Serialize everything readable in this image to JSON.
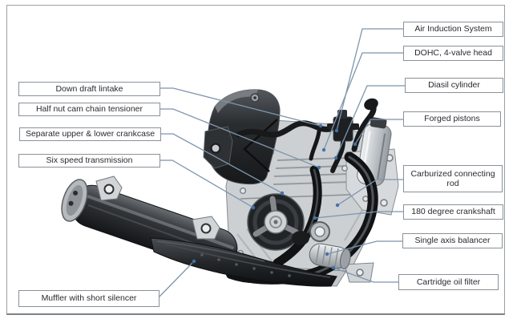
{
  "diagram": {
    "subject": "motorcycle-engine-cutaway-with-exhaust",
    "colors": {
      "background": "#ffffff",
      "frame_border": "#9aa0a6",
      "leader_line": "#7e95ac",
      "marker": "#4472a8",
      "label_border": "#8a9199",
      "label_text": "#2a2a2e",
      "label_background": "#ffffff"
    },
    "labels": {
      "left": [
        {
          "text": "Down draft lintake"
        },
        {
          "text": "Half nut cam chain tensioner"
        },
        {
          "text": "Separate upper & lower crankcase"
        },
        {
          "text": "Six speed transmission"
        },
        {
          "text": "Muffler with short silencer"
        }
      ],
      "right": [
        {
          "text": "Air Induction System"
        },
        {
          "text": "DOHC, 4-valve head"
        },
        {
          "text": "Diasil cylinder"
        },
        {
          "text": "Forged pistons"
        },
        {
          "text": "Carburized connecting rod"
        },
        {
          "text": "180 degree crankshaft"
        },
        {
          "text": "Single axis balancer"
        },
        {
          "text": "Cartridge oil filter"
        }
      ]
    }
  }
}
